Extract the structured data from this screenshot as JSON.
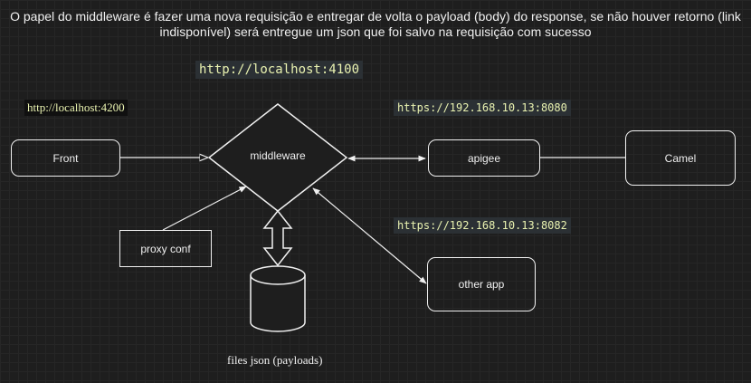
{
  "description": "O papel do middleware é fazer uma nova requisição e entregar de volta o payload (body) do response, se não houver retorno (link indisponível) será entregue um json que foi salvo na requisição com sucesso",
  "urls": {
    "middleware": "http://localhost:4100",
    "front": "http://localhost:4200",
    "apigee": "https://192.168.10.13:8080",
    "other_app": "https://192.168.10.13:8082"
  },
  "nodes": {
    "front": "Front",
    "middleware": "middleware",
    "apigee": "apigee",
    "camel": "Camel",
    "proxy_conf": "proxy conf",
    "other_app": "other app",
    "files_json": "files json (payloads)"
  },
  "colors": {
    "background": "#1e1e1e",
    "stroke": "#f0f0f0",
    "url_text": "#e9f2b0"
  }
}
